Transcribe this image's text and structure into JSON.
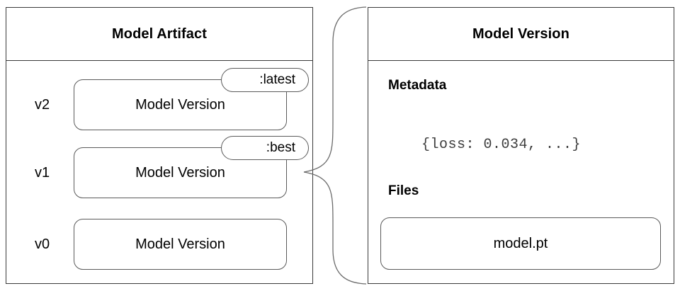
{
  "diagram": {
    "artifact_panel": {
      "title": "Model Artifact",
      "versions": [
        {
          "version_label": "v2",
          "box_label": "Model Version",
          "tag": ":latest"
        },
        {
          "version_label": "v1",
          "box_label": "Model Version",
          "tag": ":best"
        },
        {
          "version_label": "v0",
          "box_label": "Model Version",
          "tag": null
        }
      ]
    },
    "version_panel": {
      "title": "Model Version",
      "metadata_heading": "Metadata",
      "metadata_value": "{loss: 0.034, ...}",
      "files_heading": "Files",
      "files": [
        {
          "name": "model.pt"
        }
      ]
    },
    "connector": {
      "name": "brace-connector",
      "from": "v1-model-version-box",
      "to": "model-version-panel"
    },
    "colors": {
      "panel_border": "#3a3a3a",
      "box_border": "#5a5a5a",
      "text": "#000000",
      "mono_text": "#3d3d3d",
      "background": "#ffffff"
    }
  }
}
